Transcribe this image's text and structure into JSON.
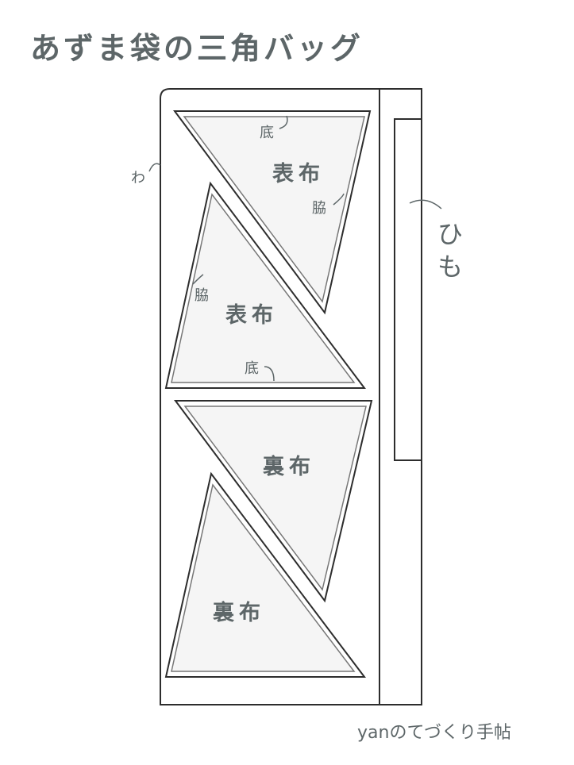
{
  "title": "あずま袋の三角バッグ",
  "credit": "yanのてづくり手帖",
  "labels": {
    "wa": "わ",
    "himo_1": "ひ",
    "himo_2": "も",
    "omote": "表布",
    "ura": "裏布",
    "soko": "底",
    "waki": "脇"
  },
  "colors": {
    "outline": "#2d2d2d",
    "fill": "#f5f5f5",
    "text": "#5d6668"
  }
}
